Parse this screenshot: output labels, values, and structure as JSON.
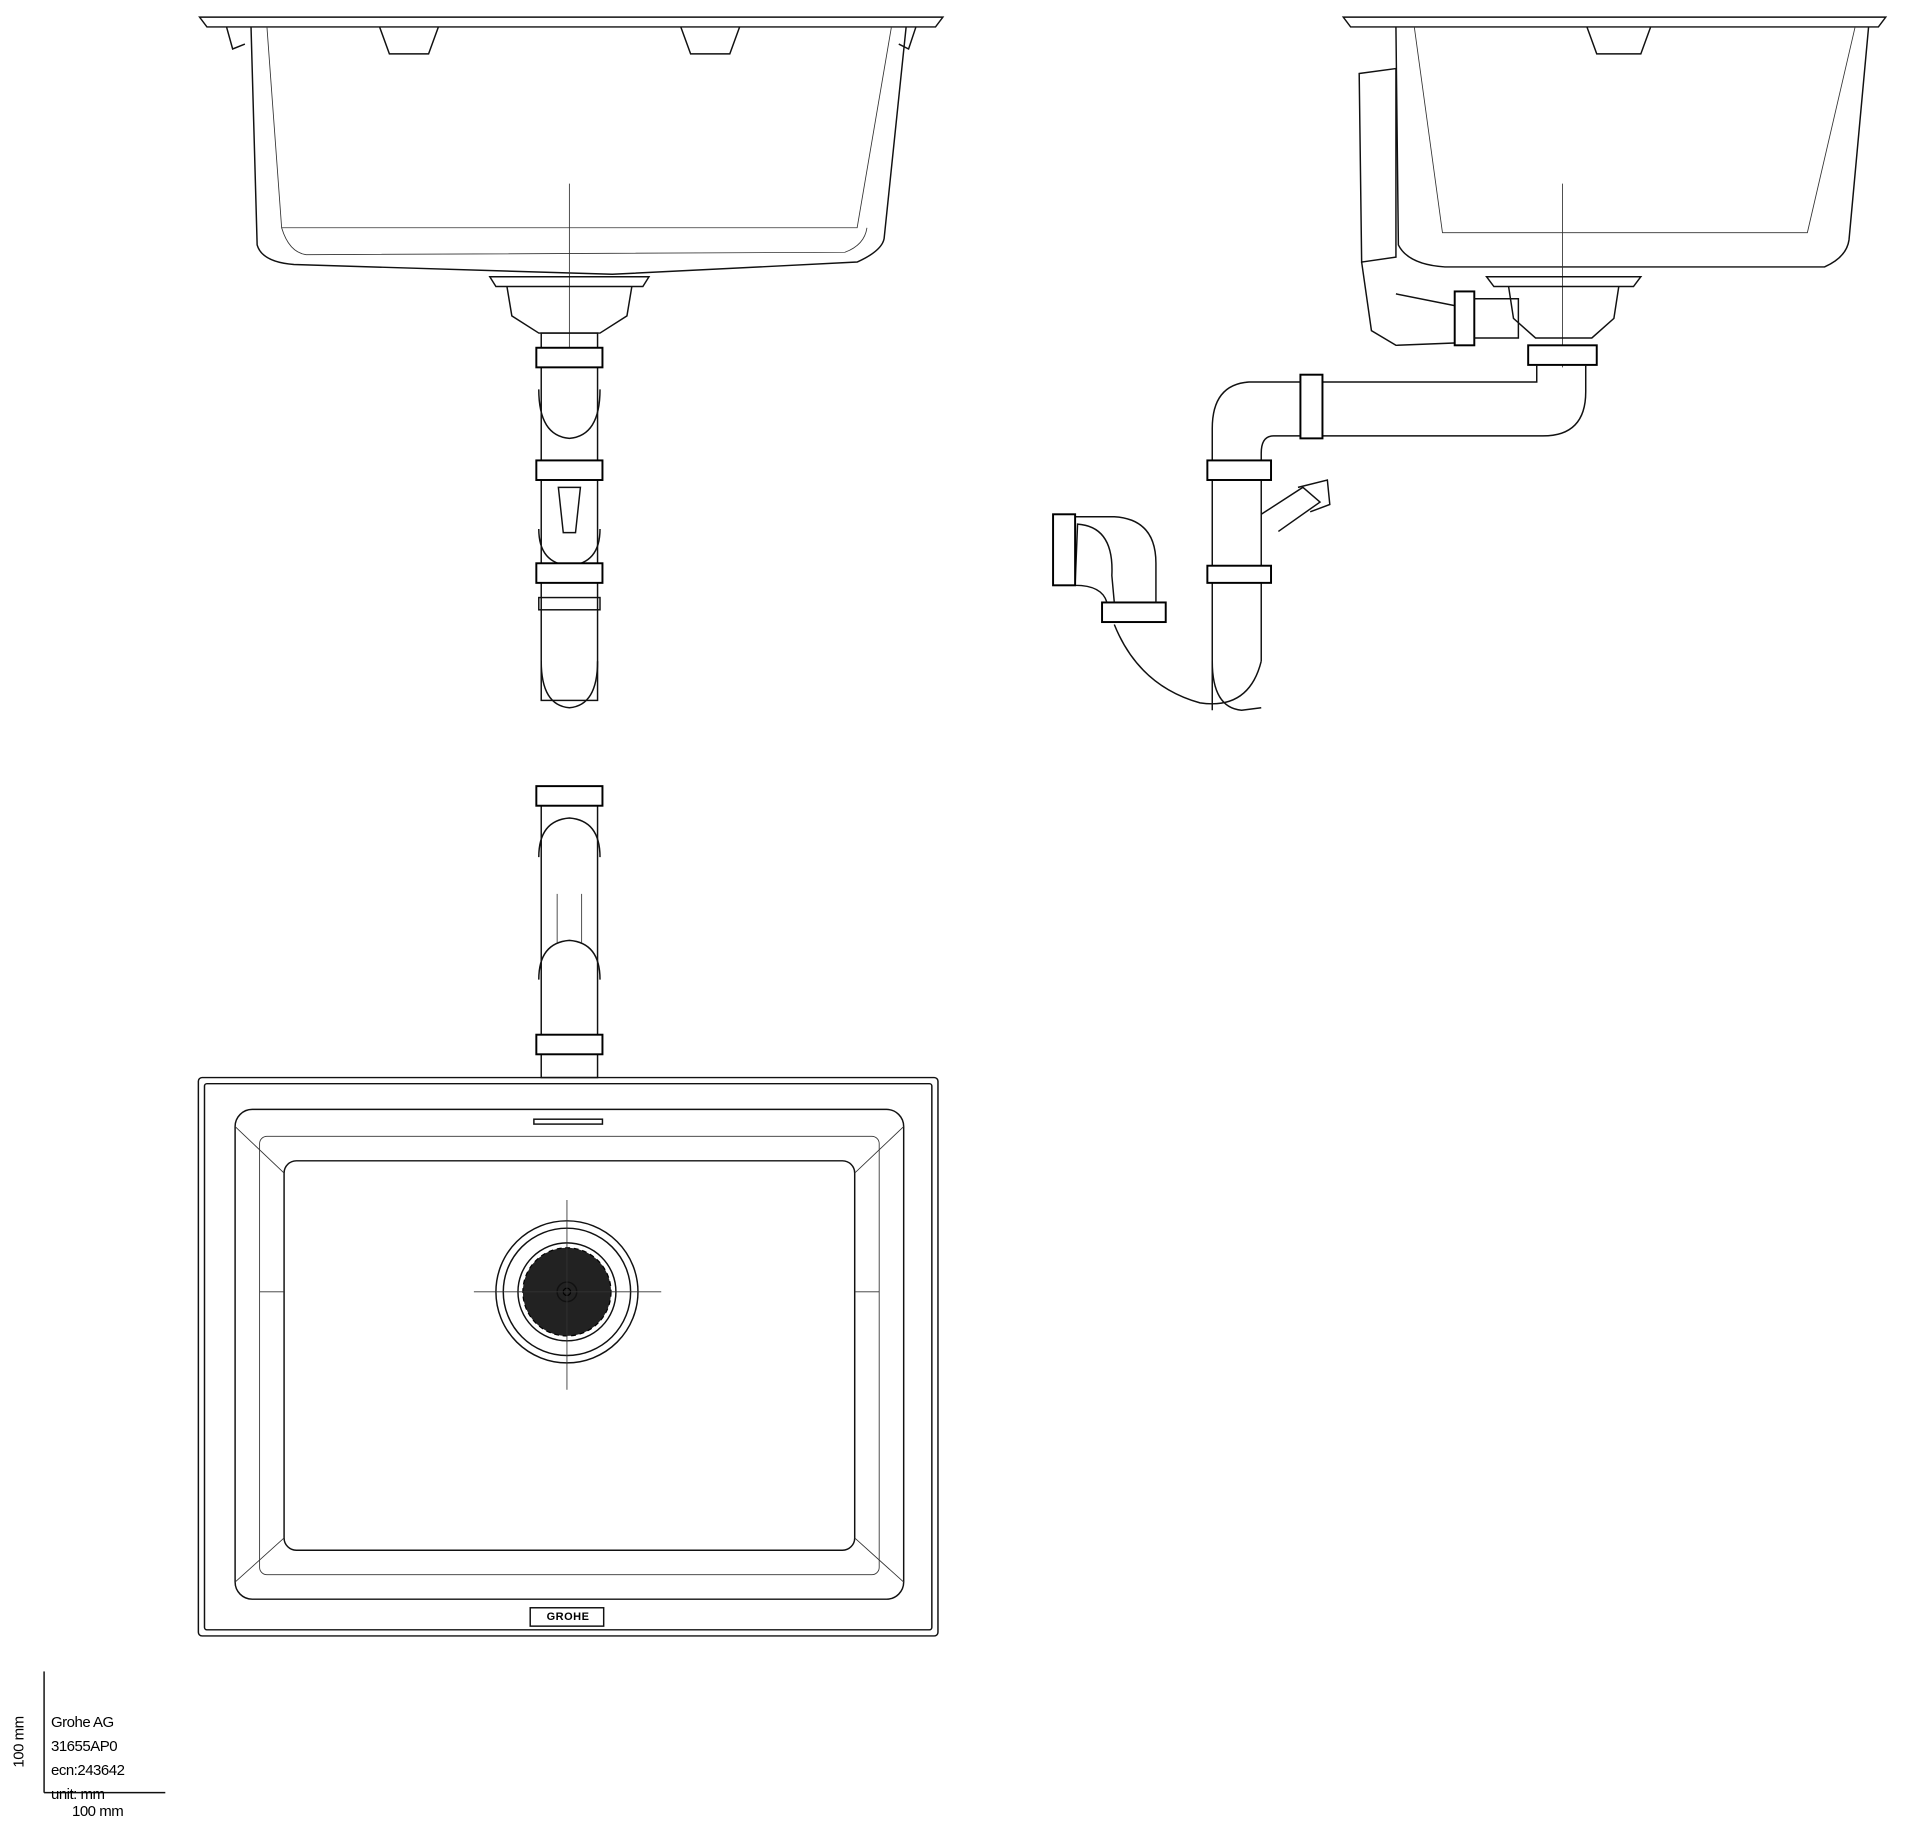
{
  "title_block": {
    "company": "Grohe AG",
    "article": "31655AP0",
    "ecn": "ecn:243642",
    "unit": "unit: mm",
    "scale_x_label": "100 mm",
    "scale_y_label": "100 mm"
  },
  "logo_plate": "GROHE",
  "views": [
    "front-view",
    "side-view",
    "plan-view"
  ]
}
